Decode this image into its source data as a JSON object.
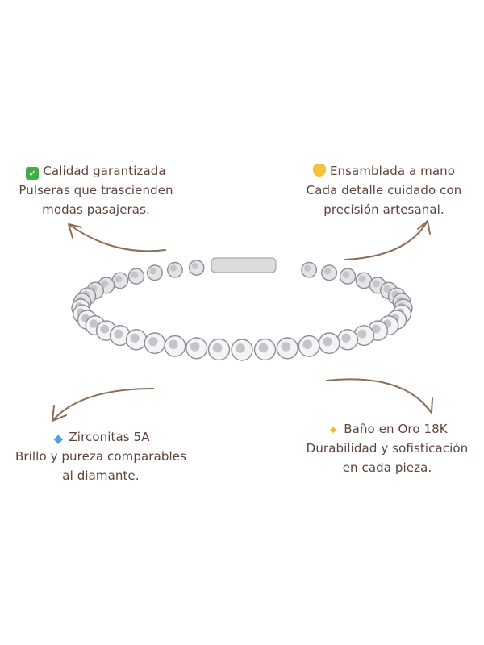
{
  "features": [
    {
      "icon": "check-mark-icon",
      "title": "Calidad garantizada",
      "lines": [
        "Pulseras que trascienden",
        "modas pasajeras."
      ]
    },
    {
      "icon": "waving-hand-icon",
      "title": "Ensamblada a mano",
      "lines": [
        "Cada detalle cuidado con",
        "precisión artesanal."
      ]
    },
    {
      "icon": "gem-icon",
      "title": "Zirconitas 5A",
      "lines": [
        "Brillo y pureza comparables",
        "al diamante."
      ]
    },
    {
      "icon": "sparkles-icon",
      "title": "Baño en Oro 18K",
      "lines": [
        "Durabilidad y sofisticación",
        "en cada pieza."
      ]
    }
  ],
  "colors": {
    "text": "#5b443c",
    "arrow": "#8a6e55",
    "check": "#3fae49",
    "hand": "#f5c33b",
    "gem": "#4aa3e6",
    "sparkle": "#f2b632"
  }
}
